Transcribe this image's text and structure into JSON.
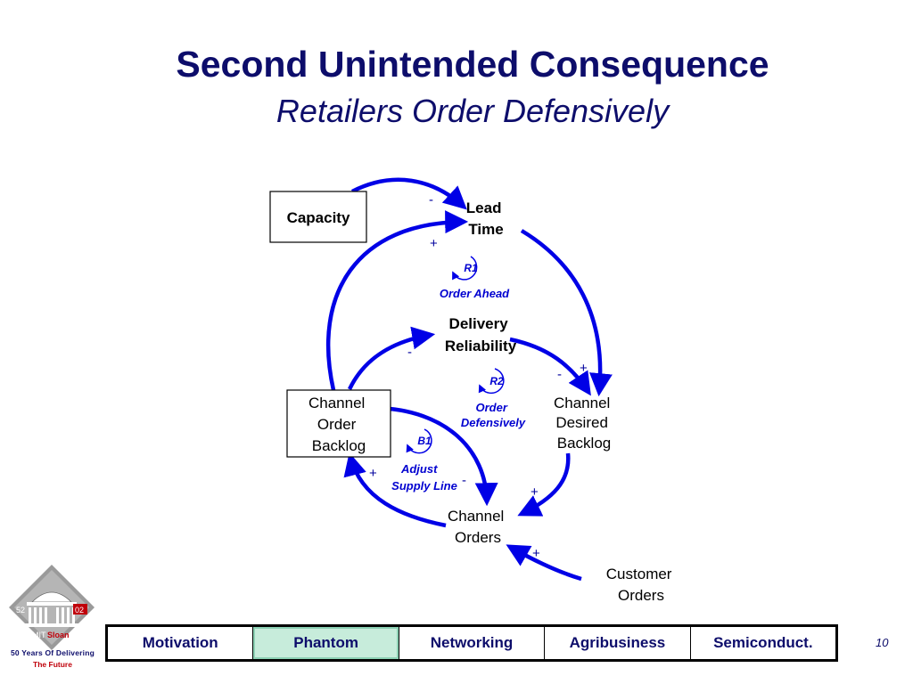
{
  "slide": {
    "title": "Second Unintended Consequence",
    "subtitle": "Retailers Order Defensively",
    "page_number": "10"
  },
  "diagram": {
    "nodes": {
      "capacity": "Capacity",
      "lead_time": [
        "Lead",
        "Time"
      ],
      "delivery_reliability": [
        "Delivery",
        "Reliability"
      ],
      "channel_order_backlog": [
        "Channel",
        "Order",
        "Backlog"
      ],
      "channel_desired_backlog": [
        "Channel",
        "Desired",
        "Backlog"
      ],
      "channel_orders": [
        "Channel",
        "Orders"
      ],
      "customer_orders": [
        "Customer",
        "Orders"
      ]
    },
    "signs": {
      "capacity_to_lead_time": "-",
      "backlog_to_lead_time": "+",
      "backlog_to_reliability": "-",
      "lead_time_to_desired": "+",
      "reliability_to_desired": "-",
      "desired_to_orders": "+",
      "orders_to_backlog": "+",
      "backlog_to_orders": "-",
      "customer_to_orders": "+"
    },
    "loops": {
      "r1": {
        "id": "R1",
        "name": "Order Ahead"
      },
      "r2": {
        "id": "R2",
        "name": [
          "Order",
          "Defensively"
        ]
      },
      "b1": {
        "id": "B1",
        "name": [
          "Adjust",
          "Supply Line"
        ]
      }
    },
    "colors": {
      "link": "#0000e6",
      "title": "#0d0d6b"
    }
  },
  "logo": {
    "left_num": "52",
    "right_num": "02",
    "mit": "MIT",
    "sloan": "Sloan",
    "line1": "50 Years Of Delivering",
    "line2": "The Future"
  },
  "nav": {
    "tabs": [
      "Motivation",
      "Phantom",
      "Networking",
      "Agribusiness",
      "Semiconduct."
    ],
    "active": "Phantom"
  }
}
